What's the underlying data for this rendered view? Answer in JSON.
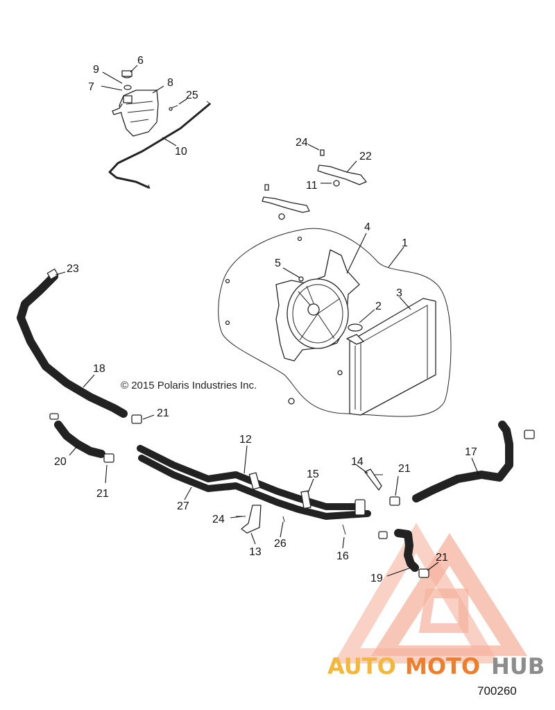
{
  "diagram": {
    "copyright": "© 2015 Polaris Industries Inc.",
    "diagram_id": "700260"
  },
  "callouts": {
    "c1": "1",
    "c2": "2",
    "c3": "3",
    "c4": "4",
    "c5": "5",
    "c6": "6",
    "c7": "7",
    "c8": "8",
    "c9": "9",
    "c10": "10",
    "c11": "11",
    "c12": "12",
    "c13": "13",
    "c14": "14",
    "c15": "15",
    "c16": "16",
    "c17": "17",
    "c18": "18",
    "c19": "19",
    "c20": "20",
    "c21": "21",
    "c22": "22",
    "c23": "23",
    "c24": "24",
    "c25": "25",
    "c26": "26",
    "c27": "27"
  },
  "watermark": {
    "text_auto": "AUTO",
    "text_moto": "MOTO",
    "text_hub": "HUB",
    "color_primary": "#f0a07a",
    "color_secondary": "#e8742a",
    "color_tertiary": "#8a8a8a"
  }
}
